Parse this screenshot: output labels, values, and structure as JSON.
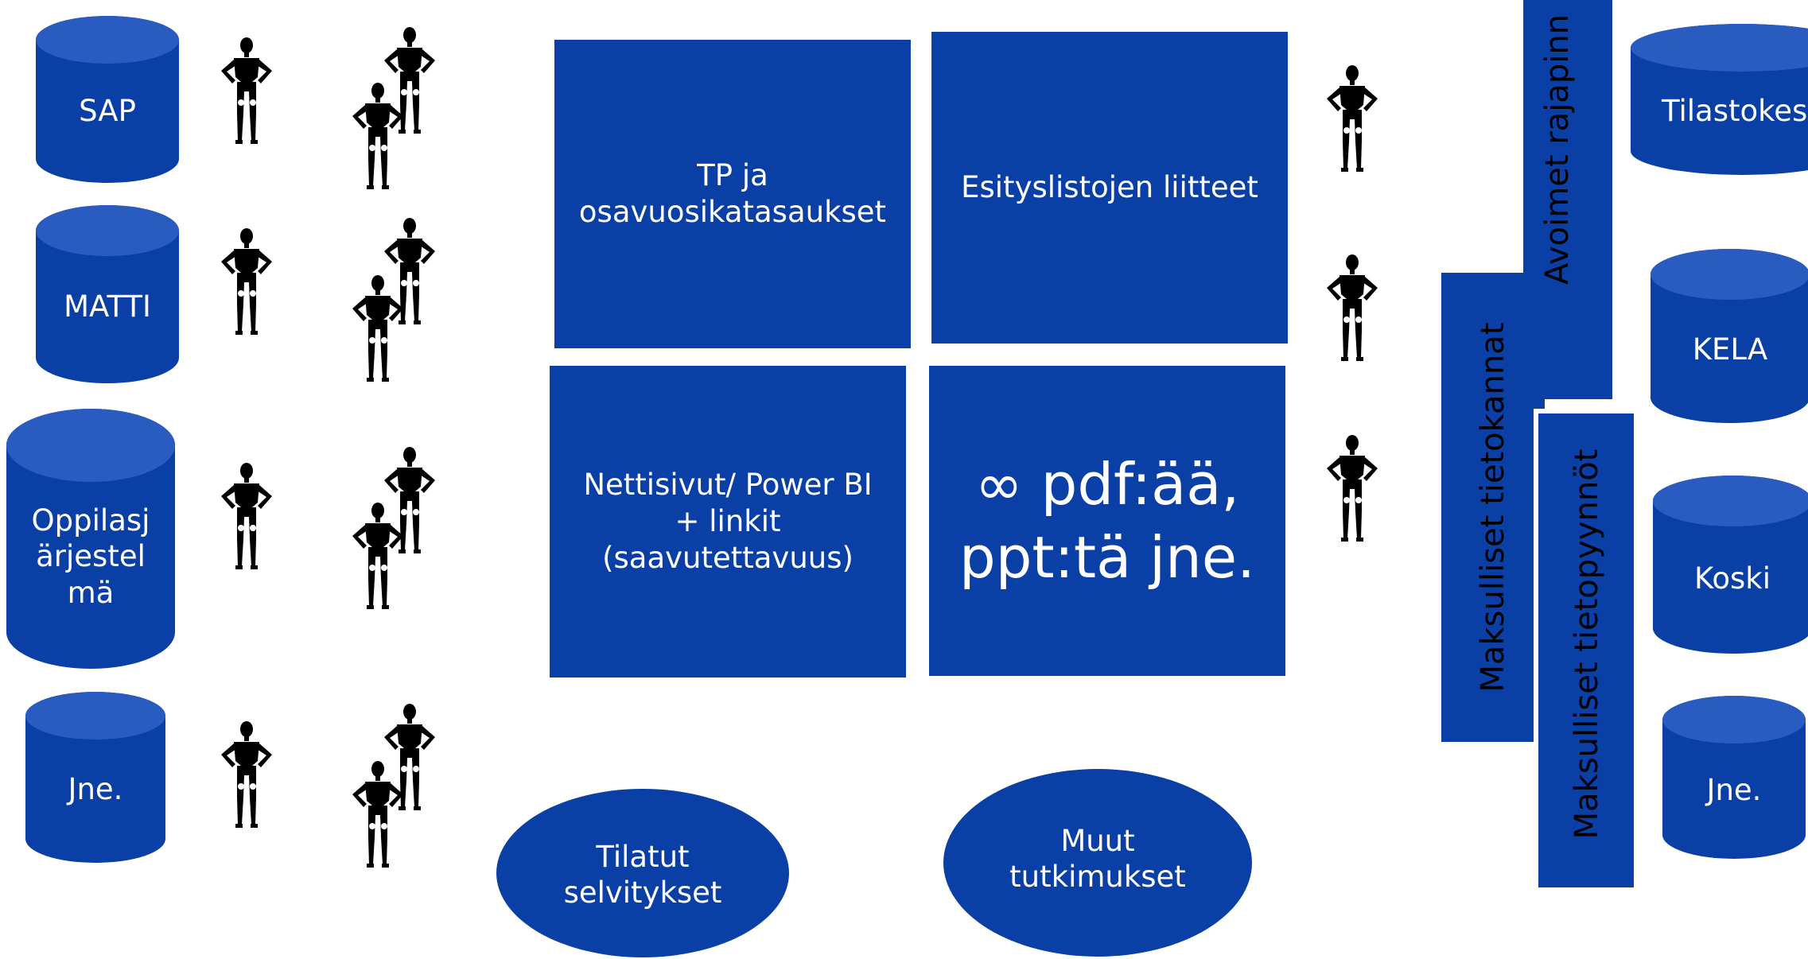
{
  "colors": {
    "accent": "#0a3fa5",
    "figure": "#000000",
    "text_on_accent": "#ffffff"
  },
  "left_sources": {
    "sap": "SAP",
    "matti": "MATTI",
    "oppilas": "Oppilasj\närjestel\nmä",
    "jne": "Jne."
  },
  "center": {
    "tp": "TP ja\nosavuosikatasaukset",
    "esitys": "Esityslistojen liitteet",
    "netti": "Nettisivut/ Power BI\n+ linkit\n(saavutettavuus)",
    "pdf": "∞ pdf:ää,\nppt:tä jne.",
    "tilatut": "Tilatut\nselvitykset",
    "muut": "Muut\ntutkimukset"
  },
  "right_bars": {
    "avoimet": "Avoimet rajapinn",
    "tietokannat": "Maksulliset tietokannat",
    "tietopyynnot": "Maksulliset tietopyynnöt"
  },
  "right_sources": {
    "tilastokes": "Tilastokes",
    "kela": "KELA",
    "koski": "Koski",
    "jne": "Jne."
  },
  "icons": [
    "database-cylinder-icon",
    "person-figure-icon",
    "person-group-icon"
  ]
}
